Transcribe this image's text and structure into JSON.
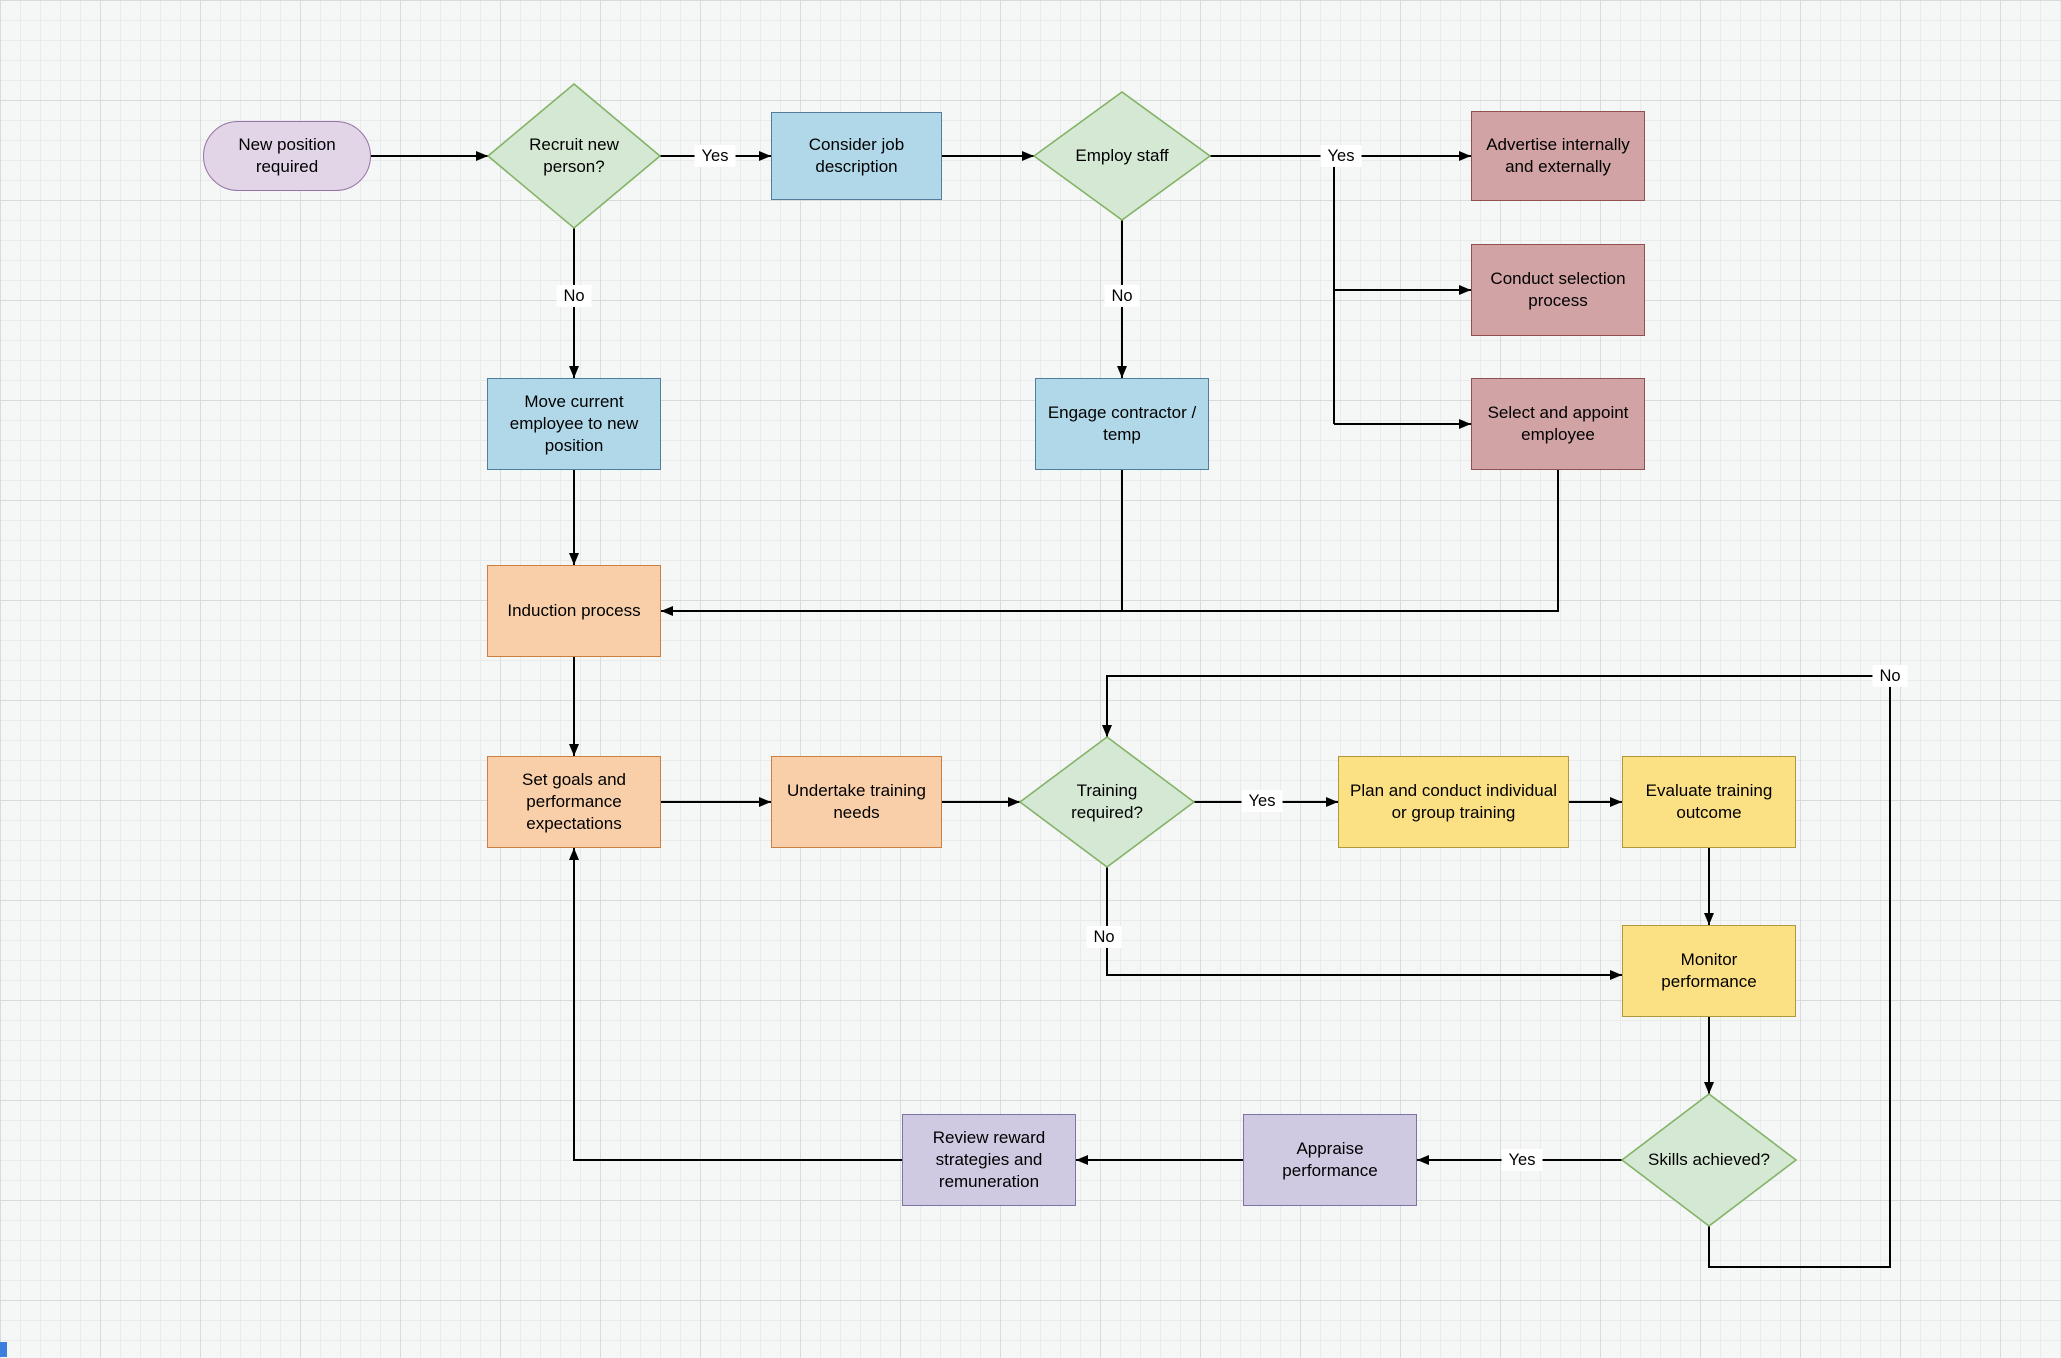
{
  "canvas": {
    "background": "#f5f6f6",
    "grid_minor_color": "#e9ebeb",
    "grid_major_color": "#d9dbdb"
  },
  "palette": {
    "start_fill": "#e1d5e7",
    "start_stroke": "#9673a6",
    "decision_fill": "#d5e8d4",
    "decision_stroke": "#82b366",
    "process_blue_fill": "#b0d8e8",
    "process_blue_stroke": "#527e99",
    "process_red_fill": "#d1a3a4",
    "process_red_stroke": "#91504f",
    "process_orange_fill": "#f9cfa9",
    "process_orange_stroke": "#cc7f3f",
    "process_yellow_fill": "#fce184",
    "process_yellow_stroke": "#b0983c",
    "process_purple_fill": "#cfc9e1",
    "process_purple_stroke": "#7d74a5",
    "connector_color": "#000000",
    "edge_label_background": "#ffffff"
  },
  "nodes": {
    "start": {
      "type": "start",
      "label": "New position required"
    },
    "recruit": {
      "type": "decision",
      "label": "Recruit new person?"
    },
    "consider": {
      "type": "process",
      "label": "Consider job description"
    },
    "employ": {
      "type": "decision",
      "label": "Employ staff"
    },
    "advertise": {
      "type": "process",
      "label": "Advertise internally and externally"
    },
    "conduct": {
      "type": "process",
      "label": "Conduct selection process"
    },
    "select": {
      "type": "process",
      "label": "Select and appoint employee"
    },
    "move": {
      "type": "process",
      "label": "Move current employee to new position"
    },
    "engage": {
      "type": "process",
      "label": "Engage contractor / temp"
    },
    "induction": {
      "type": "process",
      "label": "Induction process"
    },
    "setgoals": {
      "type": "process",
      "label": "Set goals and performance expectations"
    },
    "undertake": {
      "type": "process",
      "label": "Undertake training needs"
    },
    "training": {
      "type": "decision",
      "label": "Training required?"
    },
    "plan": {
      "type": "process",
      "label": "Plan and conduct individual or group training"
    },
    "evaluate": {
      "type": "process",
      "label": "Evaluate training outcome"
    },
    "monitor": {
      "type": "process",
      "label": "Monitor performance"
    },
    "skills": {
      "type": "decision",
      "label": "Skills achieved?"
    },
    "appraise": {
      "type": "process",
      "label": "Appraise performance"
    },
    "review": {
      "type": "process",
      "label": "Review reward strategies and remuneration"
    }
  },
  "edge_labels": {
    "recruit_yes": "Yes",
    "recruit_no": "No",
    "employ_yes": "Yes",
    "employ_no": "No",
    "training_yes": "Yes",
    "training_no": "No",
    "skills_yes": "Yes",
    "skills_no": "No"
  }
}
